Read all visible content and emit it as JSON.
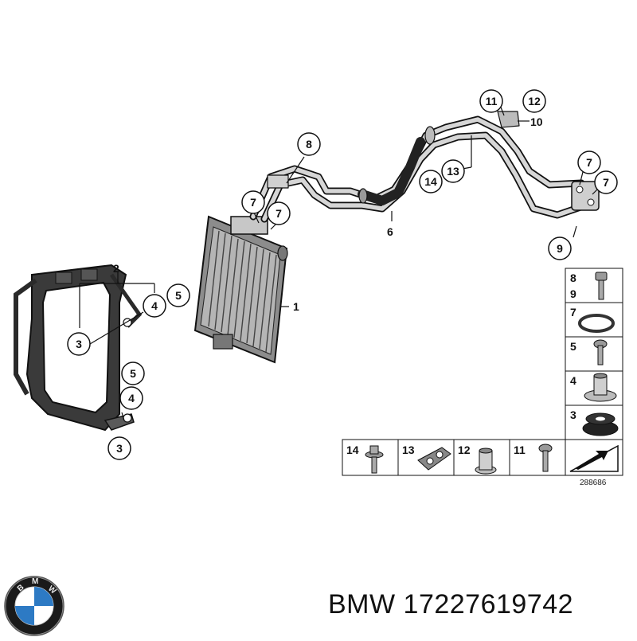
{
  "diagram": {
    "callouts": {
      "c1": "1",
      "c2": "2",
      "c3a": "3",
      "c3b": "3",
      "c4a": "4",
      "c4b": "4",
      "c5a": "5",
      "c5b": "5",
      "c6": "6",
      "c7a": "7",
      "c7b": "7",
      "c7c": "7",
      "c7d": "7",
      "c8": "8",
      "c9": "9",
      "c10": "10",
      "c11": "11",
      "c12": "12",
      "c13": "13",
      "c14": "14"
    },
    "legend": {
      "r89a": "8",
      "r89b": "9",
      "r7": "7",
      "r5": "5",
      "r4": "4",
      "r3": "3",
      "b14": "14",
      "b13": "13",
      "b12": "12",
      "b11": "11"
    },
    "reference_number": "288686"
  },
  "logo": {
    "text": "BMW"
  },
  "part_label": "BMW 17227619742",
  "colors": {
    "outline": "#111111",
    "part_grey": "#9a9a9a",
    "dark_grey": "#3a3a3a",
    "bmw_blue": "#2d7ac4"
  }
}
